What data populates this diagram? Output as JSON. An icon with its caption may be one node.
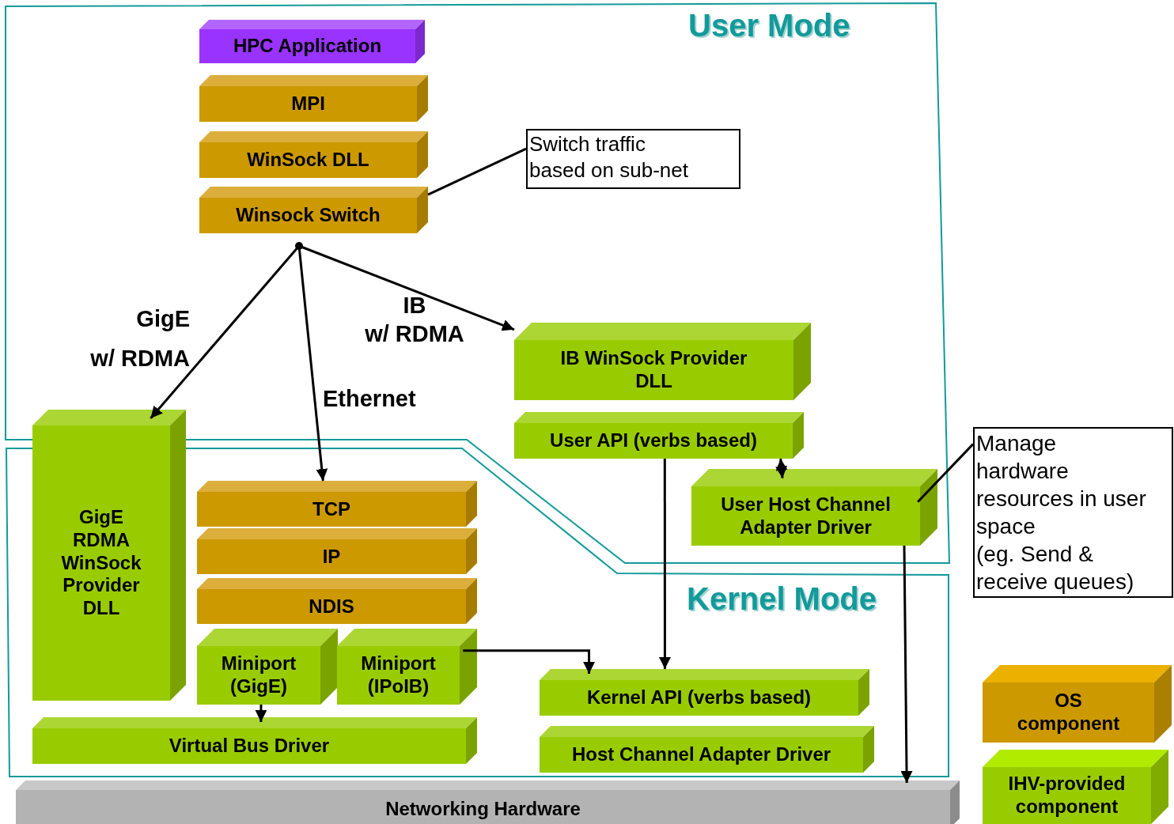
{
  "diagram": {
    "nodes": [
      {
        "text": [
          "User Mode"
        ]
      },
      {
        "text": [
          "HPC Application"
        ],
        "in": 0
      },
      {
        "text": [
          "MPI"
        ],
        "in": 0
      },
      {
        "text": [
          "WinSock DLL"
        ],
        "in": 0
      },
      {
        "text": [
          "Winsock Switch"
        ],
        "in": 0
      },
      {
        "text": [
          "Switch traffic based on sub-net"
        ],
        "in": 0
      },
      {
        "text": [],
        "shape": "circle",
        "in": 0
      },
      {
        "text": [
          "IB WinSock Provider DLL"
        ],
        "in": 0
      },
      {
        "text": [
          "User API (verbs based)"
        ],
        "in": 0
      },
      {
        "text": [
          "User Host Channel Adapter Driver"
        ],
        "in": 0
      },
      {
        "text": [
          "Kernel Mode"
        ]
      },
      {
        "text": [
          "GigE RDMA WinSock Provider DLL"
        ]
      },
      {
        "text": [
          "TCP"
        ],
        "in": 10
      },
      {
        "text": [
          "IP"
        ],
        "in": 10
      },
      {
        "text": [
          "NDIS"
        ],
        "in": 10
      },
      {
        "text": [
          "Miniport (GigE)"
        ],
        "in": 10
      },
      {
        "text": [
          "Miniport (IPoIB)"
        ],
        "in": 10
      },
      {
        "text": [
          "Virtual Bus Driver"
        ],
        "in": 10
      },
      {
        "text": [
          "Kernel API (verbs based)"
        ],
        "in": 10
      },
      {
        "text": [
          "Host Channel Adapter Driver"
        ],
        "in": 10
      },
      {
        "text": [
          "Manage hardware resources in user space (eg. Send & receive queues)"
        ]
      },
      {
        "text": [
          "Networking Hardware"
        ]
      }
    ],
    "edges": [
      {
        "from": 6,
        "to": 11,
        "arrow": "to",
        "label": "GigE w/ RDMA"
      },
      {
        "from": 6,
        "to": 12,
        "arrow": "to",
        "label": "Ethernet"
      },
      {
        "from": 6,
        "to": 7,
        "arrow": "to",
        "label": "IB w/ RDMA"
      },
      {
        "from": 5,
        "to": 4,
        "arrow": "none"
      },
      {
        "from": 8,
        "to": 18,
        "arrow": "to"
      },
      {
        "from": 8,
        "to": 9,
        "arrow": "both"
      },
      {
        "from": 20,
        "to": 9,
        "arrow": "none"
      },
      {
        "from": 9,
        "to": 21,
        "arrow": "to"
      },
      {
        "from": 16,
        "to": 18,
        "arrow": "to"
      },
      {
        "from": 15,
        "to": 17,
        "arrow": "to"
      }
    ],
    "legend": [
      {
        "text": "OS component",
        "color": "#cc9900"
      },
      {
        "text": "IHV-provided component",
        "color": "#99cc00"
      }
    ]
  }
}
